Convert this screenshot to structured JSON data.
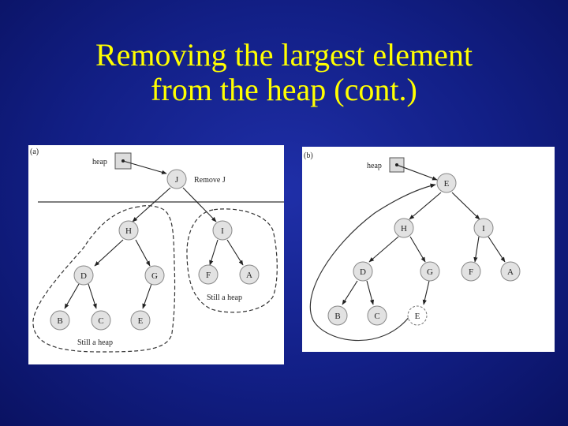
{
  "slide": {
    "title_line1": "Removing the largest element",
    "title_line2": "from the heap (cont.)",
    "background_color": "#121f86",
    "title_color": "#ffff00"
  },
  "panel_a": {
    "tag": "(a)",
    "pointer_label": "heap",
    "annotation": "Remove J",
    "left_caption": "Still a heap",
    "right_caption": "Still a heap",
    "nodes": [
      "J",
      "H",
      "I",
      "D",
      "G",
      "F",
      "A",
      "B",
      "C",
      "E"
    ]
  },
  "panel_b": {
    "tag": "(b)",
    "pointer_label": "heap",
    "nodes": [
      "E",
      "H",
      "I",
      "D",
      "G",
      "F",
      "A",
      "B",
      "C",
      "E"
    ]
  }
}
